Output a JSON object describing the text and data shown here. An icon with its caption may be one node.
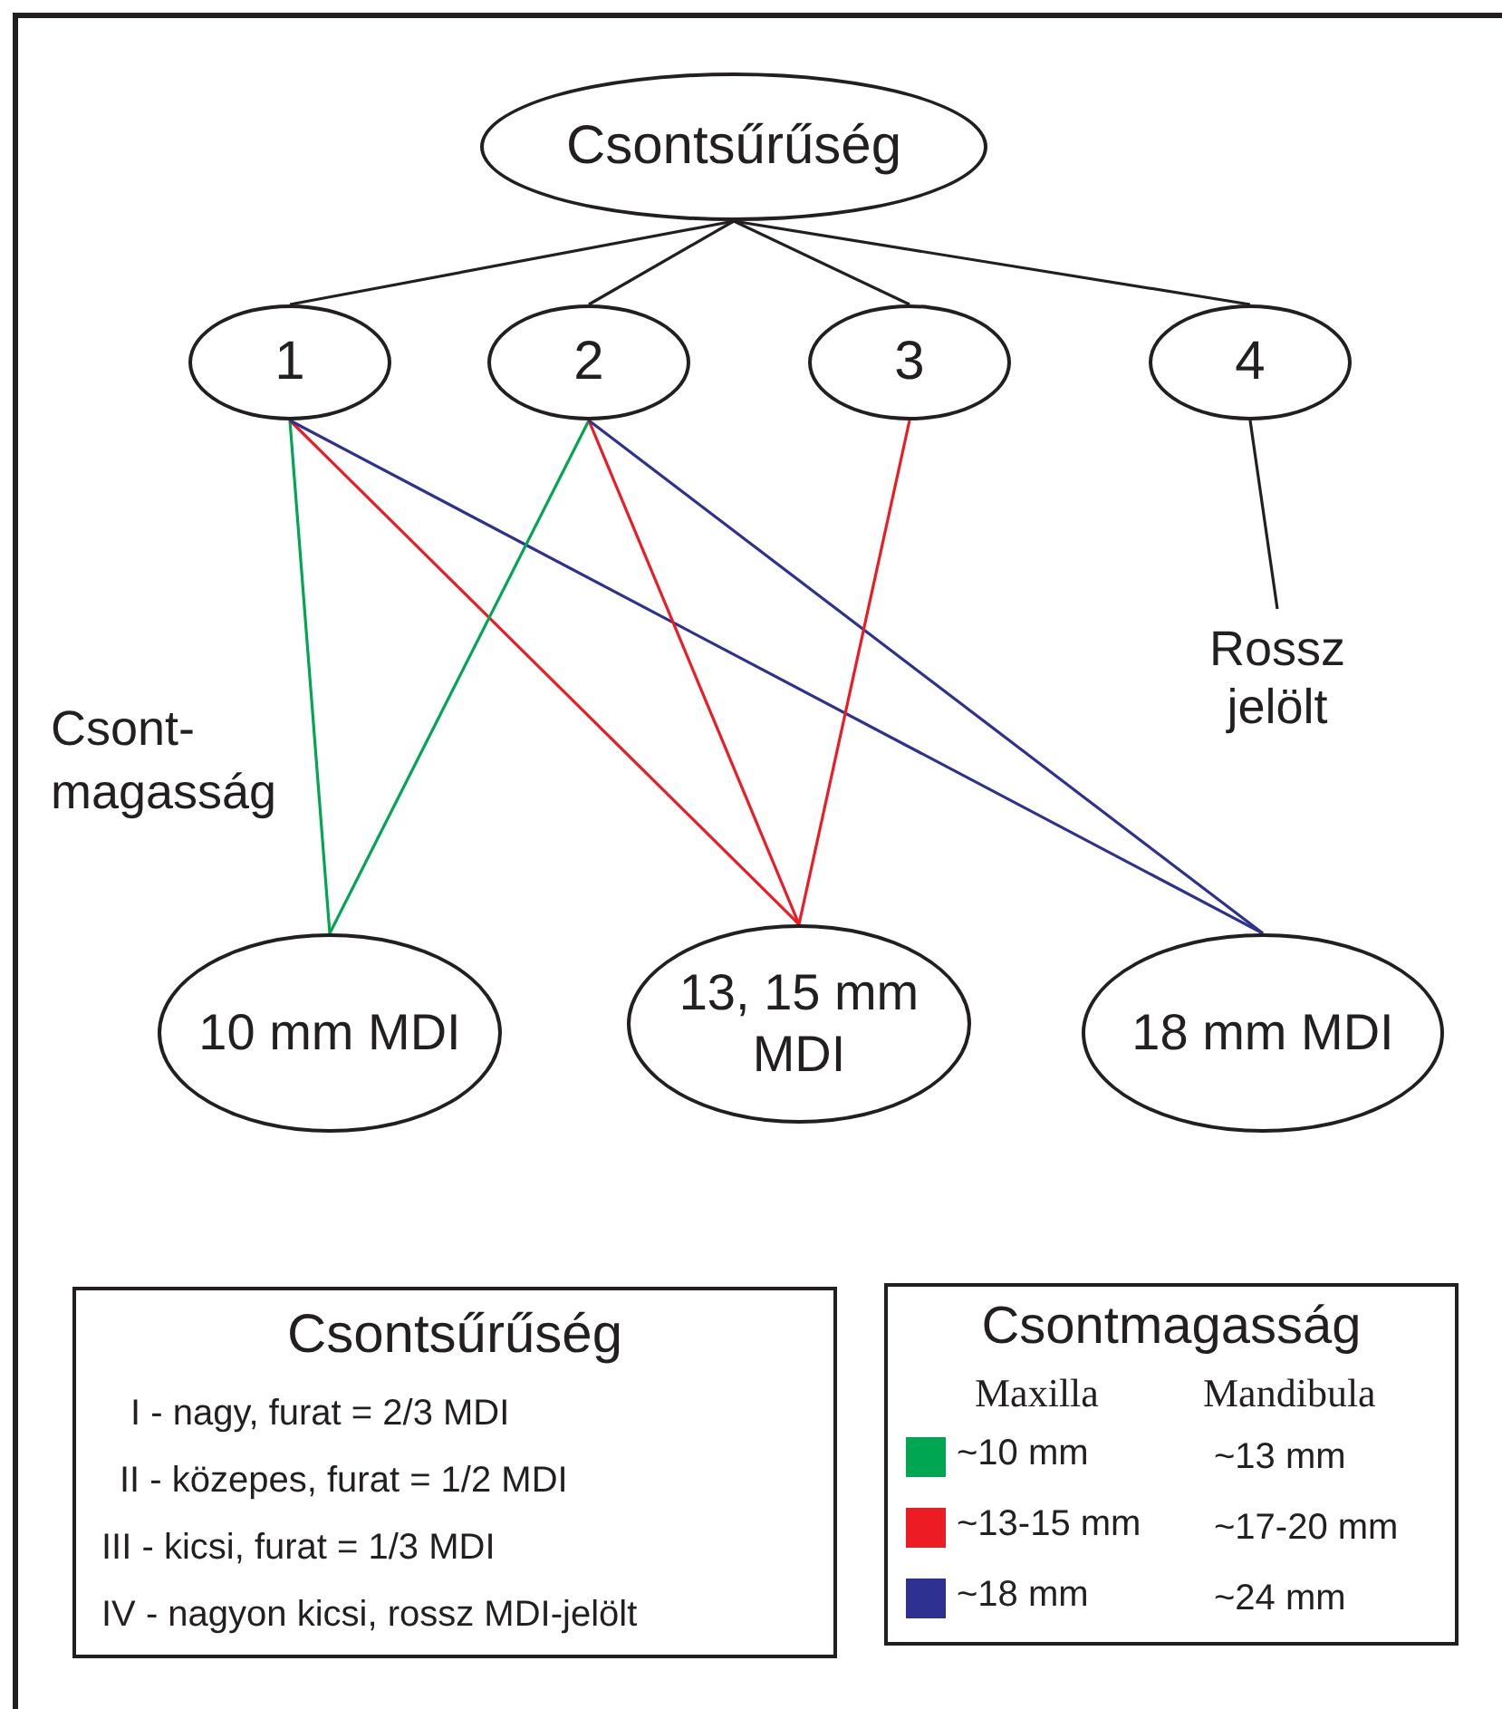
{
  "diagram": {
    "nodes": [
      {
        "text": [
          "Csontsűrűség"
        ]
      },
      {
        "text": [
          "1"
        ]
      },
      {
        "text": [
          "2"
        ]
      },
      {
        "text": [
          "3"
        ]
      },
      {
        "text": [
          "4"
        ]
      },
      {
        "text": [
          "Rossz jelölt"
        ]
      },
      {
        "text": [
          "10 mm MDI"
        ]
      },
      {
        "text": [
          "13, 15 mm MDI"
        ]
      },
      {
        "text": [
          "18 mm MDI"
        ]
      },
      {
        "text": [
          "Csontsűrűség",
          "I - nagy, furat = 2/3 MDI",
          "II - közepes, furat = 1/2 MDI",
          "III - kicsi, furat = 1/3 MDI",
          "IV - nagyon kicsi, rossz MDI-jelölt"
        ]
      },
      {
        "text": [
          "Csontmagasság",
          "Maxilla",
          "Mandibula"
        ]
      }
    ],
    "edges": [
      {
        "from": 0,
        "to": 1,
        "arrow": "none"
      },
      {
        "from": 0,
        "to": 2,
        "arrow": "none"
      },
      {
        "from": 0,
        "to": 3,
        "arrow": "none"
      },
      {
        "from": 0,
        "to": 4,
        "arrow": "none"
      },
      {
        "from": 1,
        "to": 6,
        "arrow": "none",
        "color": "#00a651"
      },
      {
        "from": 1,
        "to": 7,
        "arrow": "none",
        "color": "#ed1c24"
      },
      {
        "from": 1,
        "to": 8,
        "arrow": "none",
        "color": "#2e3192"
      },
      {
        "from": 2,
        "to": 6,
        "arrow": "none",
        "color": "#00a651"
      },
      {
        "from": 2,
        "to": 7,
        "arrow": "none",
        "color": "#ed1c24"
      },
      {
        "from": 2,
        "to": 8,
        "arrow": "none",
        "color": "#2e3192"
      },
      {
        "from": 3,
        "to": 7,
        "arrow": "none",
        "color": "#ed1c24"
      },
      {
        "from": 4,
        "to": 5,
        "arrow": "none"
      }
    ],
    "labels": [
      "Csont- magasság",
      "~13 mm",
      "~17-20 mm",
      "~24 mm"
    ],
    "legend": [
      {
        "text": "~10 mm",
        "color": "#00a651"
      },
      {
        "text": "~13-15 mm",
        "color": "#ed1c24"
      },
      {
        "text": "~18 mm",
        "color": "#2e3192"
      }
    ]
  }
}
